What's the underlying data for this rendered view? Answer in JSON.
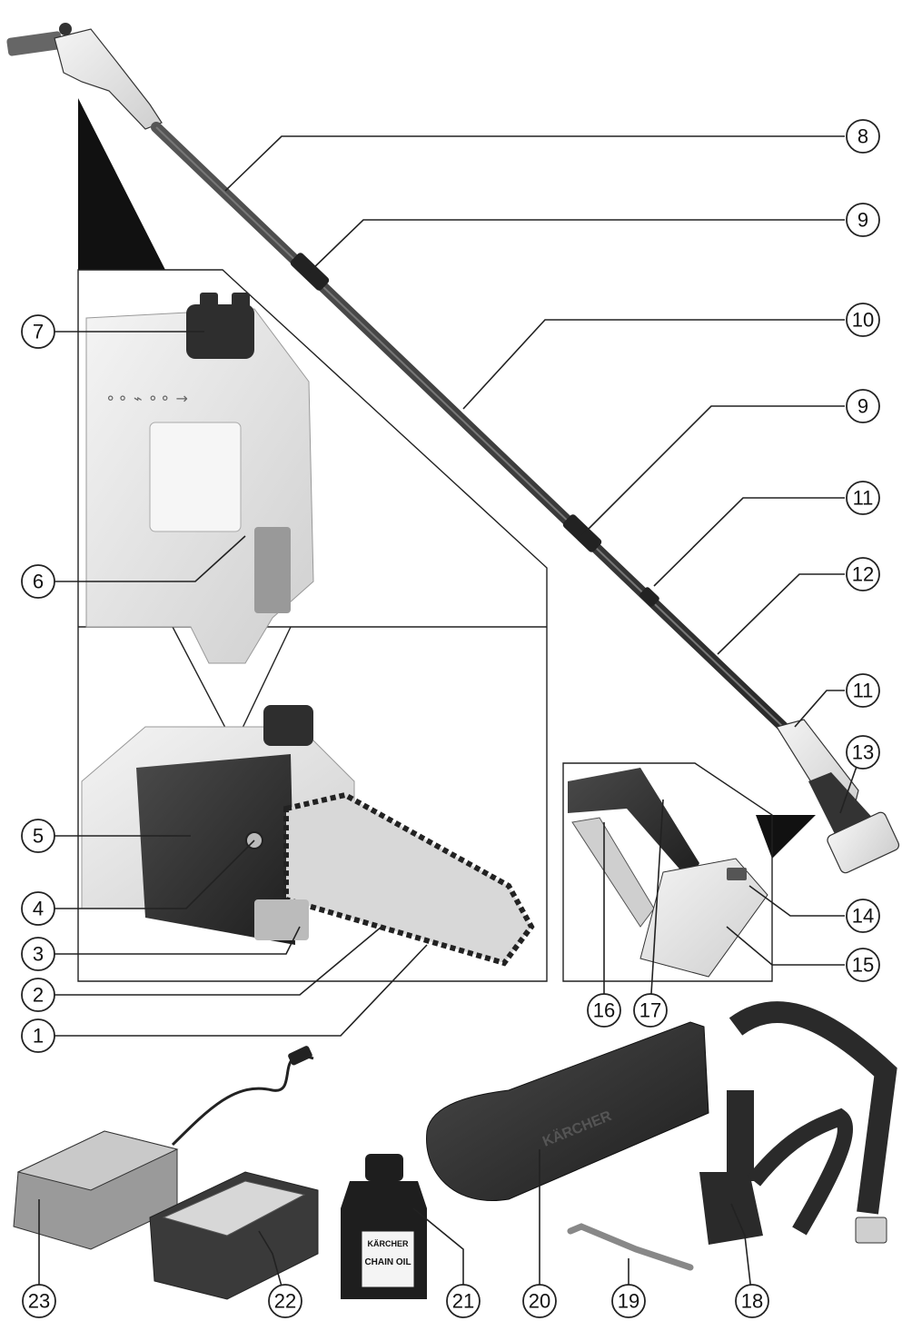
{
  "figure": {
    "callouts": [
      "1",
      "2",
      "3",
      "4",
      "5",
      "6",
      "7",
      "8",
      "9",
      "10",
      "11",
      "12",
      "13",
      "14",
      "15",
      "16",
      "17",
      "18",
      "19",
      "20",
      "21",
      "22",
      "23"
    ]
  },
  "oil_bottle": {
    "brand": "KÄRCHER",
    "label": "CHAIN OIL"
  },
  "scabbard": {
    "brand": "KÄRCHER"
  },
  "colors": {
    "ink": "#222222",
    "housing": "#e2e2e2",
    "dark_plastic": "#2c2c2c",
    "pole": "#3a3a3a"
  }
}
